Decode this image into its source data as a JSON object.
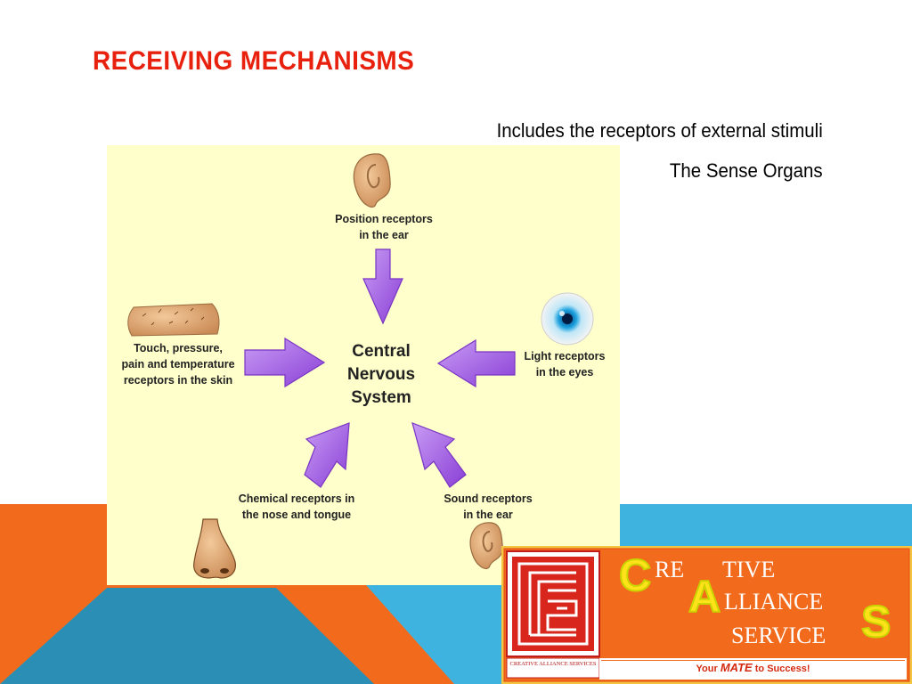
{
  "slide": {
    "title": "RECEIVING MECHANISMS",
    "bullets": [
      "Includes the receptors of external stimuli",
      "The Sense Organs"
    ]
  },
  "diagram": {
    "center_label": [
      "Central",
      "Nervous",
      "System"
    ],
    "receptors": [
      {
        "id": "position",
        "lines": [
          "Position receptors",
          "in the ear"
        ],
        "icon": "ear-icon"
      },
      {
        "id": "touch",
        "lines": [
          "Touch, pressure,",
          "pain and temperature",
          "receptors in the skin"
        ],
        "icon": "skin-icon"
      },
      {
        "id": "light",
        "lines": [
          "Light receptors",
          "in the eyes"
        ],
        "icon": "eye-icon"
      },
      {
        "id": "chemical",
        "lines": [
          "Chemical receptors in",
          "the nose and tongue"
        ],
        "icon": "nose-icon"
      },
      {
        "id": "sound",
        "lines": [
          "Sound receptors",
          "in the ear"
        ],
        "icon": "ear-icon"
      }
    ],
    "arrow_color": "#9a4fdc"
  },
  "logo": {
    "word1_cap": "C",
    "word1_rest": "RE",
    "word1_cap2": "A",
    "word1_rest2": "TIVE",
    "word2_rest": "LLIANCE",
    "word3_rest": "SERVICE",
    "word3_cap": "S",
    "strip_text": "CREATIVE ALLIANCE SERVICES",
    "tagline_pre": "Your",
    "tagline_mate": "MATE",
    "tagline_post": "to Success!"
  },
  "colors": {
    "title": "#e8210f",
    "orange": "#f26b1d",
    "blue": "#3fb3e0",
    "diagram_bg": "#ffffcc"
  }
}
